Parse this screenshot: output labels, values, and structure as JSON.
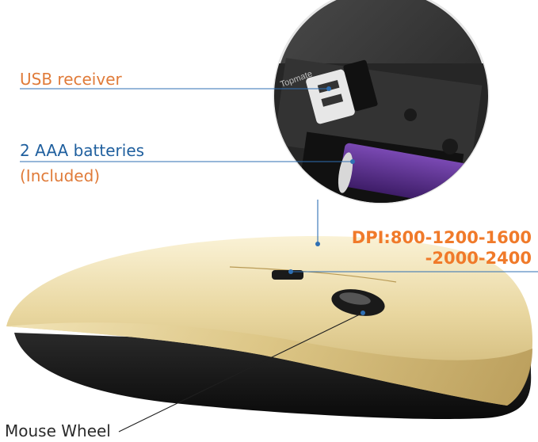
{
  "brand": "Topmate",
  "callouts": {
    "usb_receiver": "USB receiver",
    "batteries": "2 AAA batteries",
    "included": "(Included)",
    "dpi_line1": "DPI:800-1200-1600",
    "dpi_line2": "-2000-2400",
    "mouse_wheel": "Mouse Wheel"
  },
  "colors": {
    "label_orange": "#e07b39",
    "label_blue": "#1f5f9e",
    "dpi_orange": "#f07a2a",
    "leader_line": "#2f6fb3",
    "mouse_gold": "#e6d49a",
    "mouse_base": "#151515",
    "battery_purple": "#5a2a8a"
  }
}
